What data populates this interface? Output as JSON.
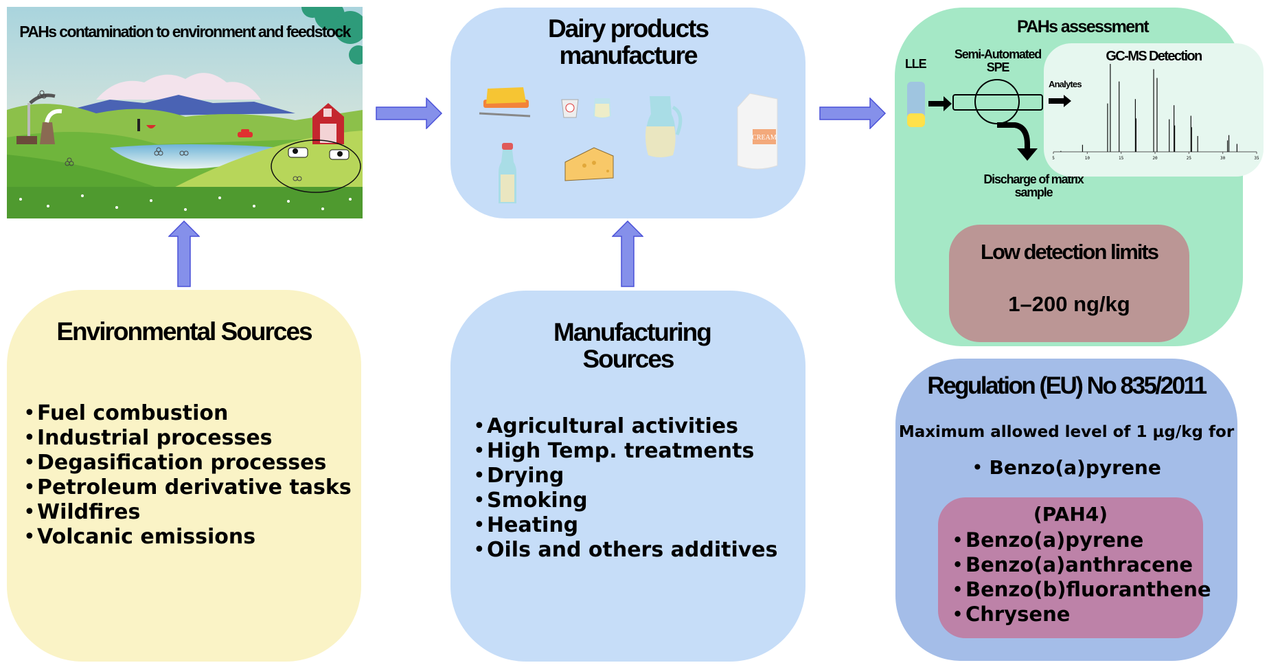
{
  "landscape": {
    "title": "PAHs contamination to environment and feedstock",
    "icons": [
      "factory-smokestack-icon",
      "barbecue-icon",
      "car-icon",
      "barn-icon",
      "cows-icon",
      "pah-molecule-icon"
    ]
  },
  "environmental_sources": {
    "title": "Environmental Sources",
    "items": [
      "Fuel combustion",
      "Industrial processes",
      "Degasification processes",
      "Petroleum derivative tasks",
      "Wildfires",
      "Volcanic emissions"
    ]
  },
  "dairy": {
    "title": "Dairy products manufacture",
    "icons": [
      "butter-icon",
      "yogurt-cup-icon",
      "yogurt-jar-icon",
      "milk-jug-icon",
      "cream-carton-icon",
      "milk-bottle-icon",
      "cheese-icon"
    ],
    "cream_label": "CREAM"
  },
  "manufacturing_sources": {
    "title": "Manufacturing Sources",
    "items": [
      "Agricultural activities",
      "High Temp. treatments",
      "Drying",
      "Smoking",
      "Heating",
      "Oils and others additives"
    ]
  },
  "assessment": {
    "title": "PAHs assessment",
    "lle_label": "LLE",
    "spe_label": "Semi-Automated SPE",
    "detection_title": "GC-MS Detection",
    "analytes_label": "Analytes",
    "discharge_label": "Discharge of matrix sample",
    "chromatogram": {
      "x_ticks": [
        5,
        10,
        15,
        20,
        25,
        30,
        35
      ],
      "xlim": [
        5,
        35
      ],
      "peaks": [
        {
          "t": 6.1,
          "h": 0.01
        },
        {
          "t": 9.3,
          "h": 0.08
        },
        {
          "t": 13.0,
          "h": 0.55
        },
        {
          "t": 13.4,
          "h": 1.0
        },
        {
          "t": 14.7,
          "h": 0.8
        },
        {
          "t": 17.1,
          "h": 0.6
        },
        {
          "t": 17.2,
          "h": 0.38
        },
        {
          "t": 19.8,
          "h": 0.94
        },
        {
          "t": 20.3,
          "h": 0.84
        },
        {
          "t": 22.1,
          "h": 0.37
        },
        {
          "t": 22.8,
          "h": 0.53
        },
        {
          "t": 22.9,
          "h": 0.3
        },
        {
          "t": 25.3,
          "h": 0.41
        },
        {
          "t": 25.4,
          "h": 0.28
        },
        {
          "t": 26.3,
          "h": 0.18
        },
        {
          "t": 30.7,
          "h": 0.13
        },
        {
          "t": 30.9,
          "h": 0.19
        },
        {
          "t": 32.1,
          "h": 0.09
        }
      ]
    },
    "lod_title": "Low detection limits",
    "lod_value": "1–200 ng/kg"
  },
  "regulation": {
    "title": "Regulation (EU) No 835/2011",
    "subtitle": "Maximum allowed level of 1 µg/kg for",
    "single_item": "Benzo(a)pyrene",
    "group_title": "(PAH4)",
    "group_items": [
      "Benzo(a)pyrene",
      "Benzo(a)anthracene",
      "Benzo(b)fluoranthene",
      "Chrysene"
    ]
  },
  "colors": {
    "arrow_fill": "#8590ea",
    "arrow_stroke": "#4a50d8",
    "environmental_panel": "#faf3c6",
    "dairy_panel": "#c6ddf8",
    "assessment_panel": "#a5e8c6",
    "lod_panel": "#bb9695",
    "regulation_panel": "#a4bde8",
    "pah4_panel": "#bd82a8"
  }
}
